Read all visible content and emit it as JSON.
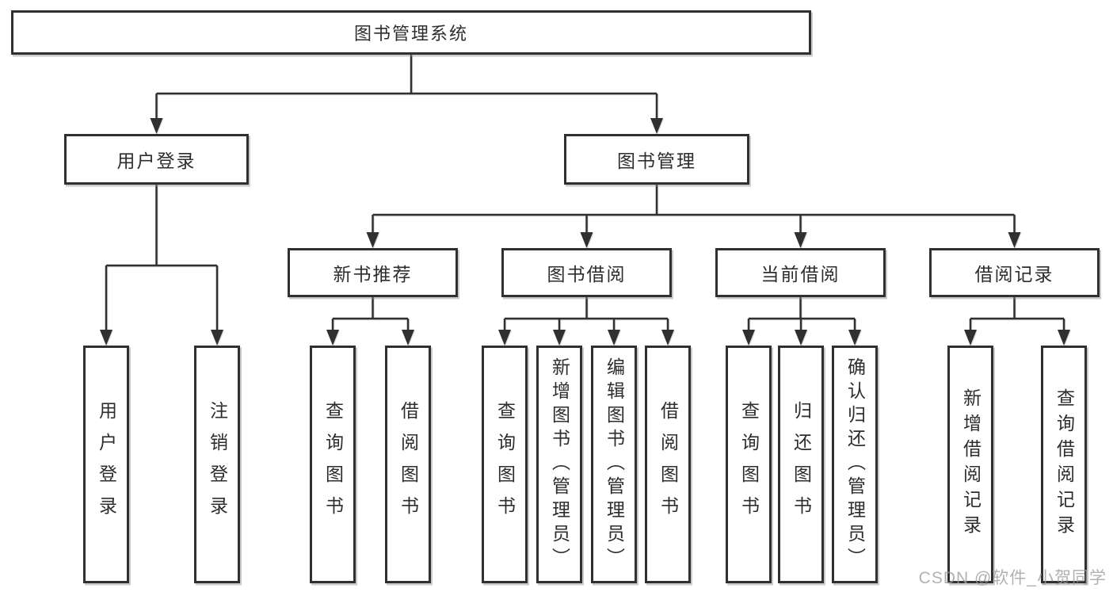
{
  "diagram": {
    "title": "图书管理系统",
    "branches": [
      {
        "label": "用户登录",
        "leaves": [
          "用户登录",
          "注销登录"
        ]
      },
      {
        "label": "图书管理",
        "groups": [
          {
            "label": "新书推荐",
            "leaves": [
              "查询图书",
              "借阅图书"
            ]
          },
          {
            "label": "图书借阅",
            "leaves": [
              "查询图书",
              "新增图书（管理员）",
              "编辑图书（管理员）",
              "借阅图书"
            ]
          },
          {
            "label": "当前借阅",
            "leaves": [
              "查询图书",
              "归还图书",
              "确认归还（管理员）"
            ]
          },
          {
            "label": "借阅记录",
            "leaves": [
              "新增借阅记录",
              "查询借阅记录"
            ]
          }
        ]
      }
    ]
  },
  "watermark": "CSDN @软件_小贺同学",
  "colors": {
    "line": "#303030",
    "text": "#2d2d2d",
    "background": "#ffffff",
    "watermark": "#9e9e9e"
  }
}
